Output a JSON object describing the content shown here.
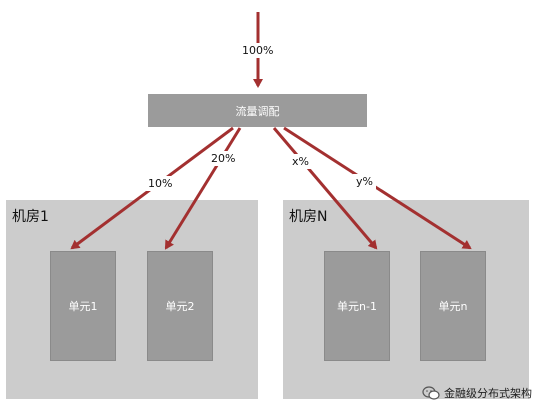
{
  "top_label": "100%",
  "router": {
    "label": "流量调配"
  },
  "splits": [
    "10%",
    "20%",
    "x%",
    "y%"
  ],
  "rooms": [
    {
      "label": "机房1",
      "units": [
        "单元1",
        "单元2"
      ]
    },
    {
      "label": "机房N",
      "units": [
        "单元n-1",
        "单元n"
      ]
    }
  ],
  "watermark": {
    "text": "金融级分布式架构",
    "icon": "wechat-icon"
  },
  "colors": {
    "arrow": "#a33030",
    "box": "#9b9b9b",
    "room": "#cccccc"
  }
}
